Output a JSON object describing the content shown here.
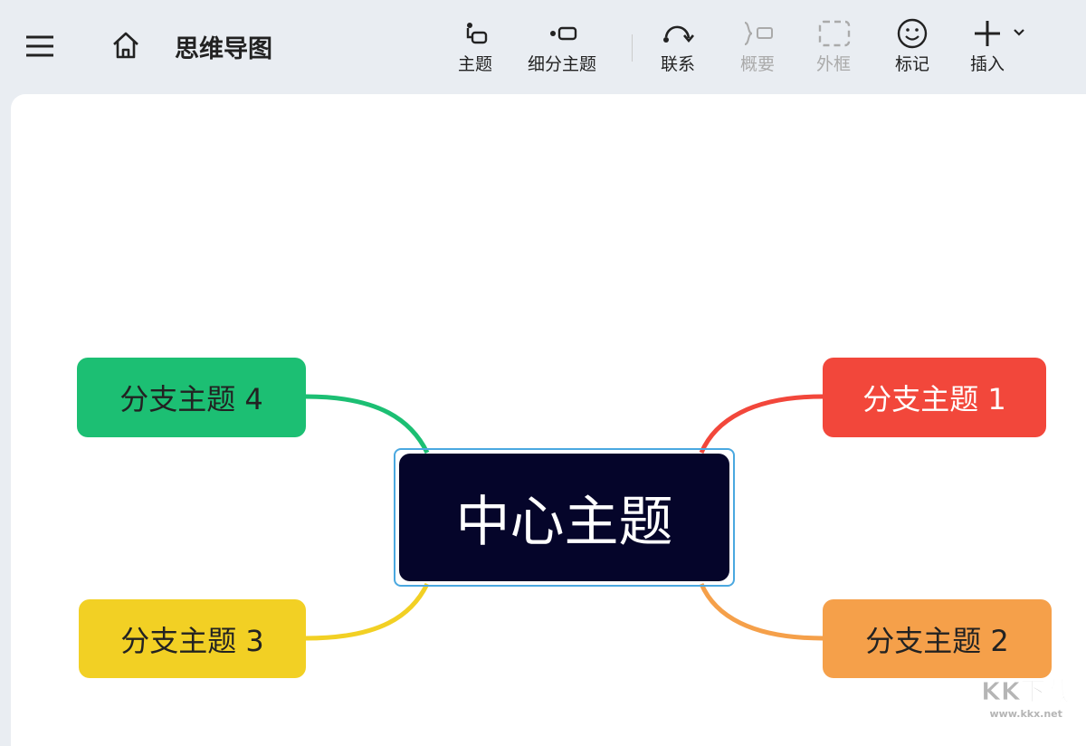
{
  "header": {
    "title": "思维导图"
  },
  "toolbar": [
    {
      "label": "主题",
      "icon": "topic-icon",
      "enabled": true
    },
    {
      "label": "细分主题",
      "icon": "subtopic-icon",
      "enabled": true
    },
    {
      "label": "联系",
      "icon": "relationship-icon",
      "enabled": true
    },
    {
      "label": "概要",
      "icon": "summary-icon",
      "enabled": false
    },
    {
      "label": "外框",
      "icon": "boundary-icon",
      "enabled": false
    },
    {
      "label": "标记",
      "icon": "smiley-icon",
      "enabled": true
    },
    {
      "label": "插入",
      "icon": "plus-icon",
      "enabled": true
    }
  ],
  "map": {
    "center": {
      "label": "中心主题",
      "color": "#05052a"
    },
    "branches": [
      {
        "label": "分支主题 1",
        "color": "#f2473b"
      },
      {
        "label": "分支主题 2",
        "color": "#f5a04a"
      },
      {
        "label": "分支主题 3",
        "color": "#f2d024"
      },
      {
        "label": "分支主题 4",
        "color": "#1cbf73"
      }
    ]
  },
  "watermark": {
    "logo": "KK下载",
    "url": "www.kkx.net"
  }
}
